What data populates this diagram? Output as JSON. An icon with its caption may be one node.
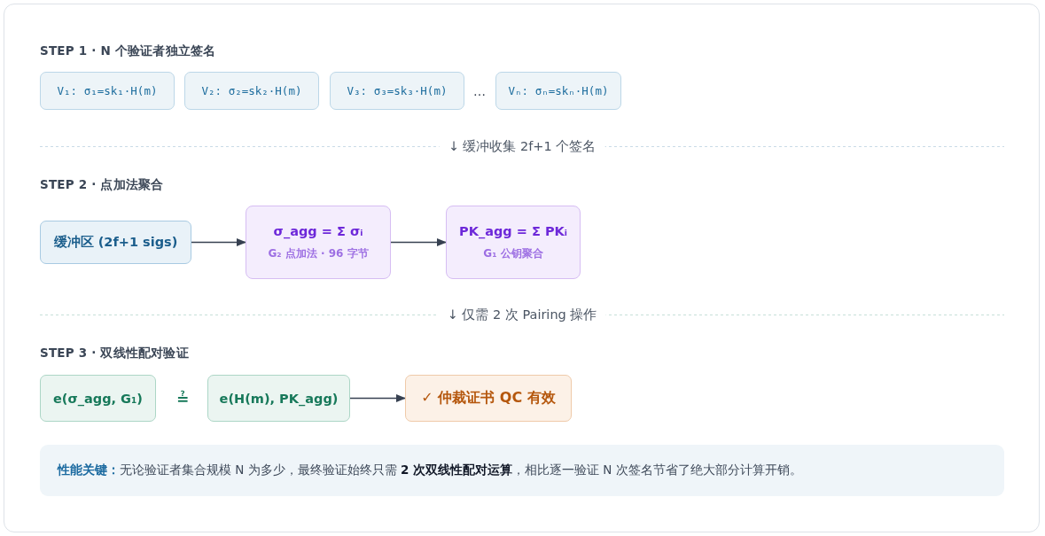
{
  "diagram": {
    "nodes": [
      {
        "text": [
          "V₁: σ₁=sk₁·H(m)"
        ]
      },
      {
        "text": [
          "V₂: σ₂=sk₂·H(m)"
        ]
      },
      {
        "text": [
          "V₃: σ₃=sk₃·H(m)"
        ]
      },
      {
        "text": [
          "Vₙ: σₙ=skₙ·H(m)"
        ]
      },
      {
        "text": [
          "**缓冲区** (2f+1 sigs)"
        ]
      },
      {
        "text": [
          "σ_agg = Σ σᵢ",
          "G₂ 点加法 · 96 字节"
        ]
      },
      {
        "text": [
          "PK_agg = Σ PKᵢ",
          "G₁ 公钥聚合"
        ]
      },
      {
        "text": [
          "e(σ_agg, G₁)"
        ]
      },
      {
        "text": [
          "e(H(m), PK_agg)"
        ]
      },
      {
        "text": [
          "✓ 仲裁证书 QC 有效"
        ]
      },
      {
        "text": [
          "**性能关键：**无论验证者集合规模 N 为多少，最终验证始终只需 **2 次双线性配对运算**，相比逐一验证 N 次签名节省了绝大部分计算开销。"
        ]
      }
    ],
    "edges": [
      {
        "from": 4,
        "to": 5,
        "arrow": "to"
      },
      {
        "from": 5,
        "to": 6,
        "arrow": "to"
      },
      {
        "from": 8,
        "to": 9,
        "arrow": "to"
      }
    ],
    "labels": [
      "STEP 1 · N 个验证者独立签名",
      "…",
      "↓ 缓冲收集 2f+1 个签名",
      "STEP 2 · 点加法聚合",
      "↓ 仅需 2 次 Pairing 操作",
      "STEP 3 · 双线性配对验证",
      "≟"
    ]
  }
}
